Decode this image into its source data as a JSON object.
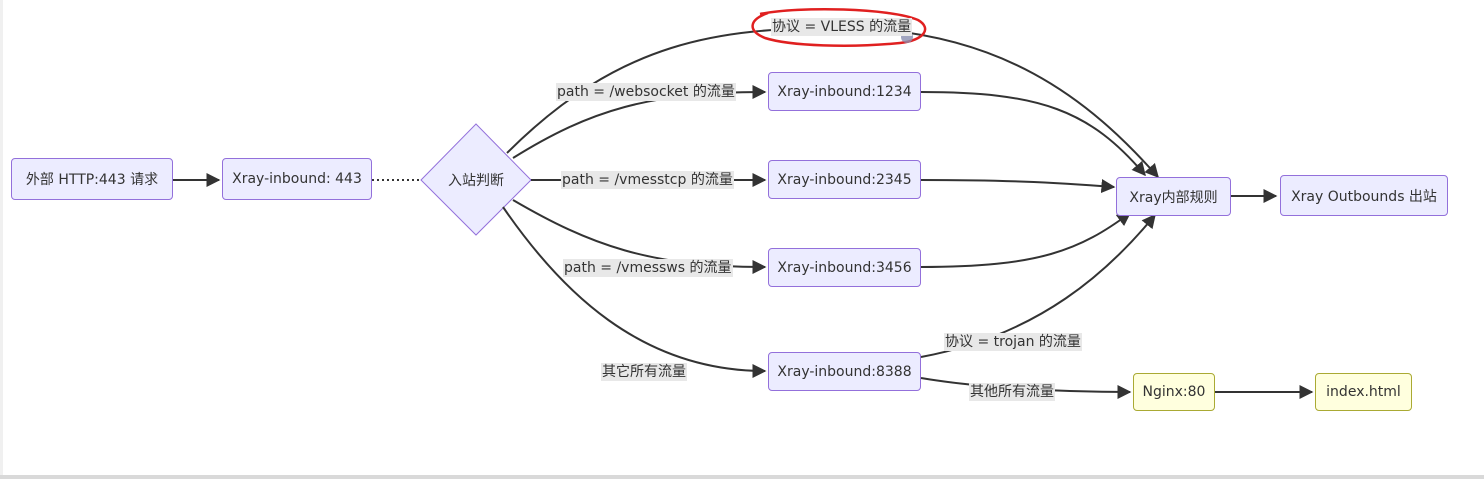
{
  "nodes": {
    "external_request": "外部 HTTP:443 请求",
    "xray_inbound_443": "Xray-inbound: 443",
    "inbound_decision": "入站判断",
    "xray_inbound_1234": "Xray-inbound:1234",
    "xray_inbound_2345": "Xray-inbound:2345",
    "xray_inbound_3456": "Xray-inbound:3456",
    "xray_inbound_8388": "Xray-inbound:8388",
    "xray_rules": "Xray内部规则",
    "xray_outbounds": "Xray Outbounds 出站",
    "nginx": "Nginx:80",
    "index_html": "index.html"
  },
  "edge_labels": {
    "vless": "协议 = VLESS 的流量",
    "websocket": "path = /websocket 的流量",
    "vmesstcp": "path = /vmesstcp 的流量",
    "vmessws": "path = /vmessws 的流量",
    "other_all": "其它所有流量",
    "trojan": "协议 = trojan 的流量",
    "other_rest": "其他所有流量"
  },
  "colors": {
    "node_fill": "#ececff",
    "node_border": "#9370db",
    "terminal_fill": "#ffffde",
    "terminal_border": "#aaaa33",
    "edge": "#333333",
    "highlight_circle": "#e02020"
  }
}
